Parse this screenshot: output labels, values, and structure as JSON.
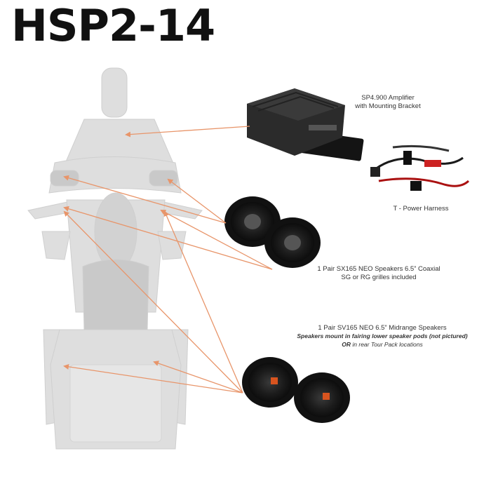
{
  "title": "HSP2-14",
  "amplifier": {
    "line1": "SP4.900 Amplifier",
    "line2": "with Mounting Bracket"
  },
  "harness": {
    "label": "T - Power Harness"
  },
  "coaxial": {
    "line1": "1 Pair SX165 NEO Speakers 6.5” Coaxial",
    "line2": "SG or RG grilles included"
  },
  "midrange": {
    "line1": "1 Pair SV165 NEO 6.5” Midrange Speakers",
    "line2": "Speakers mount in fairing lower speaker pods (not pictured)",
    "or_word": "OR",
    "line3": " in rear Tour Pack locations"
  },
  "colors": {
    "arrow": "#e8956a",
    "bike": "#dedede",
    "bike_dark": "#c9c9c9",
    "speaker": "#1e1e1e",
    "accent_orange": "#d8541f"
  }
}
